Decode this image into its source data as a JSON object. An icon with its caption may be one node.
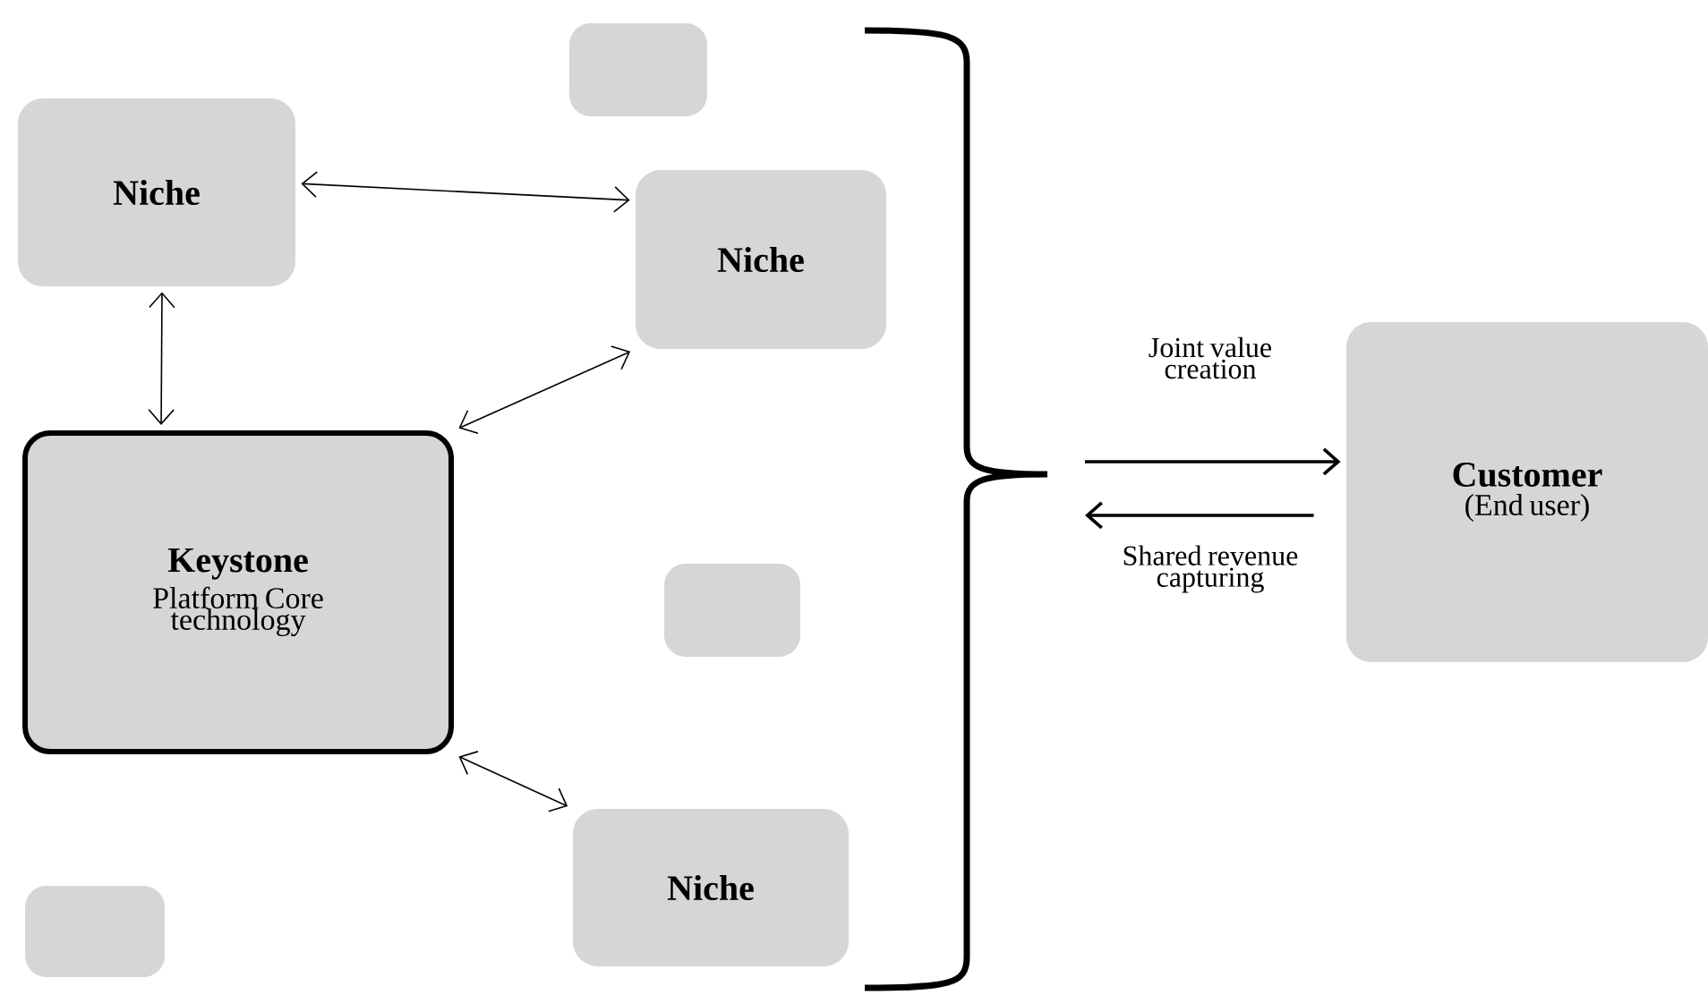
{
  "diagram": {
    "nodes": [
      {
        "text": [
          "Niche"
        ]
      },
      {
        "text": [
          "Niche"
        ]
      },
      {
        "text": [],
        "shape": "box"
      },
      {
        "text": [
          "Keystone",
          "Platform Core technology"
        ]
      },
      {
        "text": [],
        "shape": "box"
      },
      {
        "text": [
          "Niche"
        ]
      },
      {
        "text": [],
        "shape": "box"
      },
      {
        "text": [
          "Customer",
          "(End user)"
        ]
      }
    ],
    "edges": [
      {
        "from": 0,
        "to": 1,
        "arrow": "both"
      },
      {
        "from": 0,
        "to": 3,
        "arrow": "both"
      },
      {
        "from": 1,
        "to": 3,
        "arrow": "both"
      },
      {
        "from": 3,
        "to": 5,
        "arrow": "both"
      },
      {
        "from": null,
        "to": 7,
        "arrow": "to",
        "label": "Joint value creation"
      },
      {
        "from": 7,
        "to": null,
        "arrow": "to",
        "label": "Shared revenue capturing"
      }
    ]
  }
}
